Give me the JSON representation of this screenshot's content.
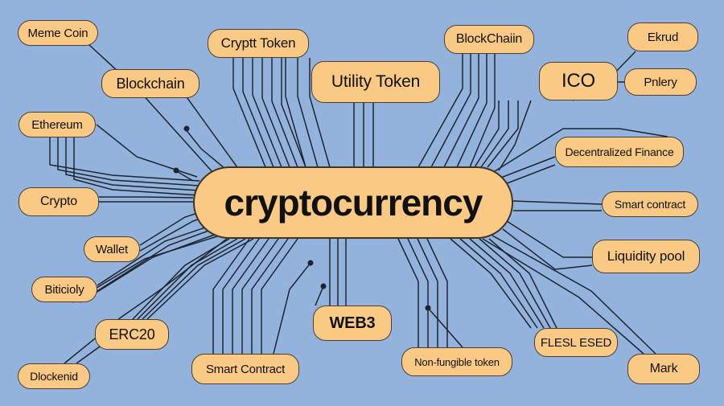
{
  "center": {
    "label": "cryptocurrency"
  },
  "nodes": {
    "meme_coin": "Meme Coin",
    "crypt_token": "Cryptt Token",
    "blockchain_left": "Blockchain",
    "utility_token": "Utility Token",
    "blockchain_top": "BlockChaiin",
    "ico": "ICO",
    "ekrud": "Ekrud",
    "pnlery": "Pnlery",
    "ethereum": "Ethereum",
    "decentralized_finance": "Decentralized Finance",
    "crypto": "Crypto",
    "smart_contract_right": "Smart contract",
    "wallet": "Wallet",
    "liquidity_pool": "Liquidity pool",
    "biticioly": "Biticioly",
    "erc20": "ERC20",
    "web3": "WEB3",
    "flesl_esed": "FLESL ESED",
    "dlockenid": "Dlockenid",
    "smart_contract_bottom": "Smart Contract",
    "nft": "Non-fungible token",
    "mark": "Mark"
  },
  "colors": {
    "background": "#93b3dd",
    "node_fill": "#fbc986",
    "line": "#1d2430"
  }
}
